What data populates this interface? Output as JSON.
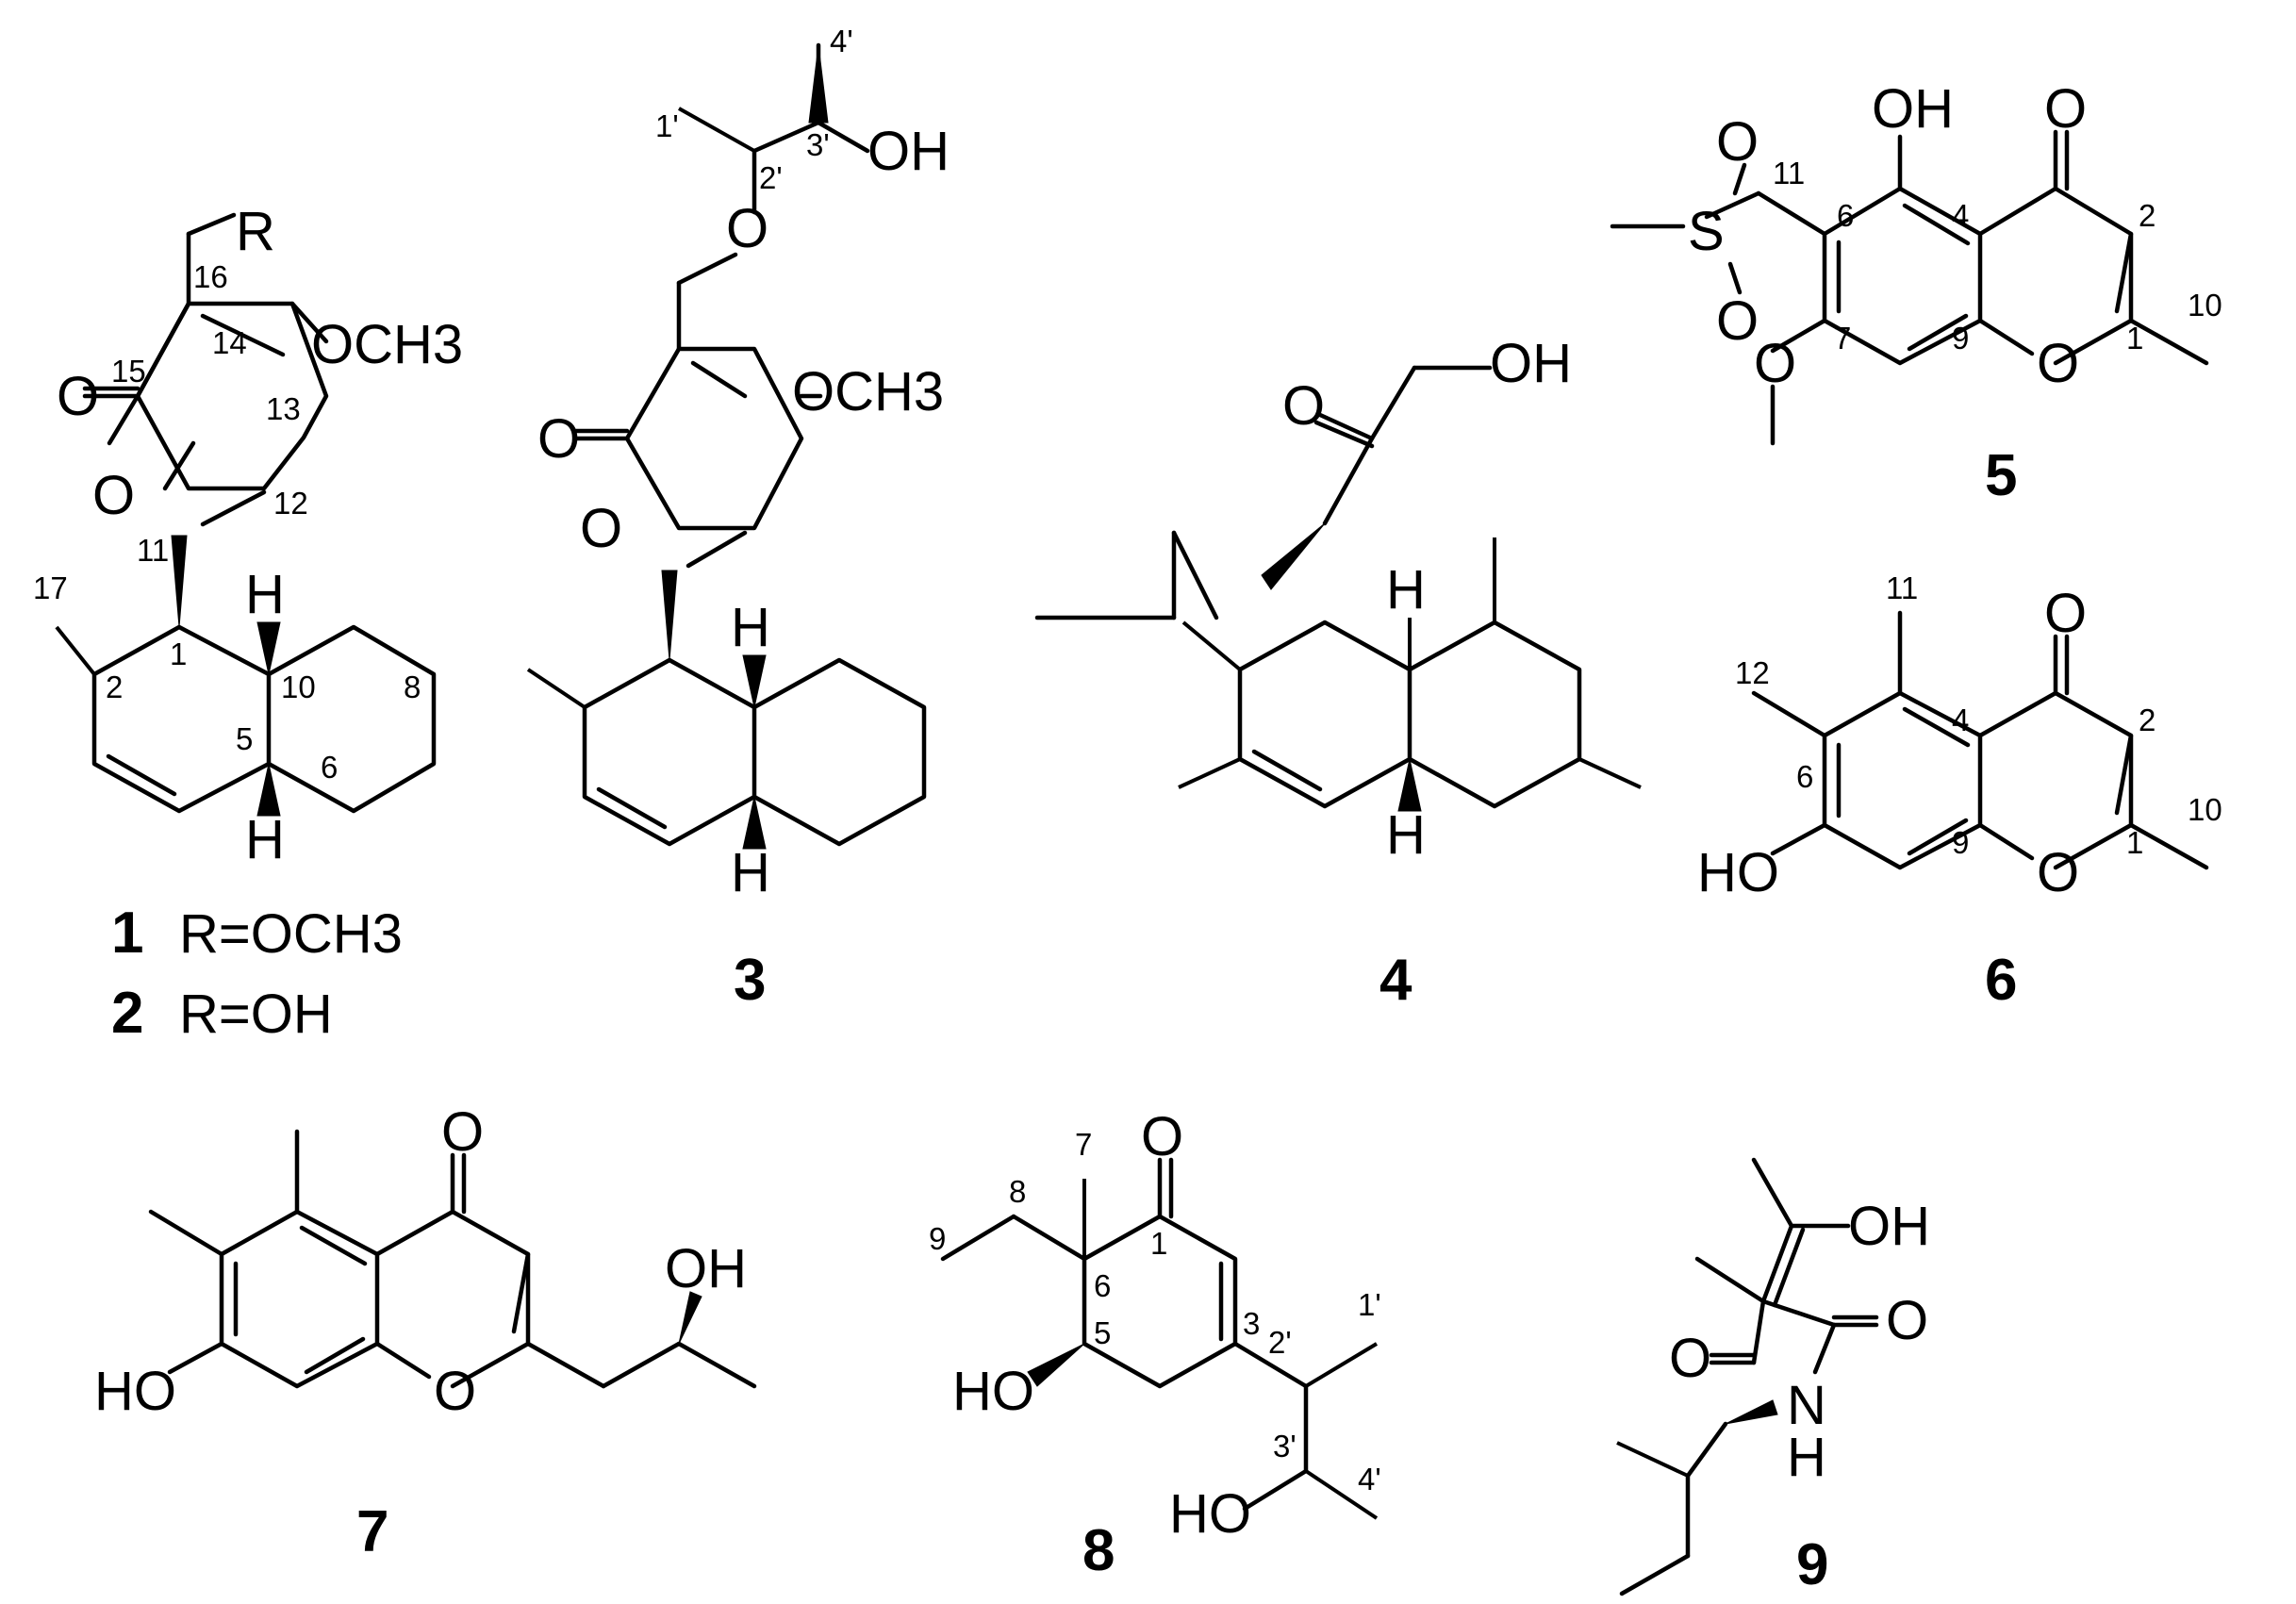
{
  "compounds": [
    {
      "id": "1",
      "label": "1",
      "r_label": "R=OCH3",
      "atoms": {
        "O_ring": "O",
        "O_carbonyl": "O",
        "OMe": "OCH3",
        "R": "R",
        "H_a": "H",
        "H_b": "H"
      },
      "numbers": [
        "16",
        "15",
        "14",
        "13",
        "12",
        "11",
        "17",
        "1",
        "2",
        "10",
        "5",
        "8",
        "6"
      ]
    },
    {
      "id": "2",
      "label": "2",
      "r_label": "R=OH"
    },
    {
      "id": "3",
      "label": "3",
      "atoms": {
        "O_ring": "O",
        "O_carbonyl": "O",
        "OMe": "OCH3",
        "O_ether": "O",
        "OH": "OH",
        "H_a": "H",
        "H_b": "H"
      },
      "numbers": [
        "4'",
        "1'",
        "3'",
        "2'"
      ]
    },
    {
      "id": "4",
      "label": "4",
      "atoms": {
        "O_carbonyl": "O",
        "OH": "OH",
        "H_a": "H",
        "H_b": "H"
      }
    },
    {
      "id": "5",
      "label": "5",
      "atoms": {
        "OH": "OH",
        "O_ketone": "O",
        "O_ring": "O",
        "O_methoxy": "O",
        "S": "S",
        "O_s1": "O",
        "O_s2": "O"
      },
      "numbers": [
        "11",
        "6",
        "4",
        "2",
        "7",
        "9",
        "1",
        "10"
      ]
    },
    {
      "id": "6",
      "label": "6",
      "atoms": {
        "O_ketone": "O",
        "O_ring": "O",
        "OH": "HO"
      },
      "numbers": [
        "11",
        "12",
        "4",
        "2",
        "6",
        "9",
        "1",
        "10"
      ]
    },
    {
      "id": "7",
      "label": "7",
      "atoms": {
        "O_ketone": "O",
        "O_ring": "O",
        "OH_a": "HO",
        "OH_b": "OH"
      }
    },
    {
      "id": "8",
      "label": "8",
      "atoms": {
        "O_ketone": "O",
        "OH_a": "HO",
        "OH_b": "HO"
      },
      "numbers": [
        "7",
        "8",
        "9",
        "1",
        "6",
        "5",
        "3",
        "2'",
        "1'",
        "3'",
        "4'"
      ]
    },
    {
      "id": "9",
      "label": "9",
      "atoms": {
        "OH": "OH",
        "O_a": "O",
        "O_b": "O",
        "N": "N",
        "H": "H"
      }
    }
  ]
}
